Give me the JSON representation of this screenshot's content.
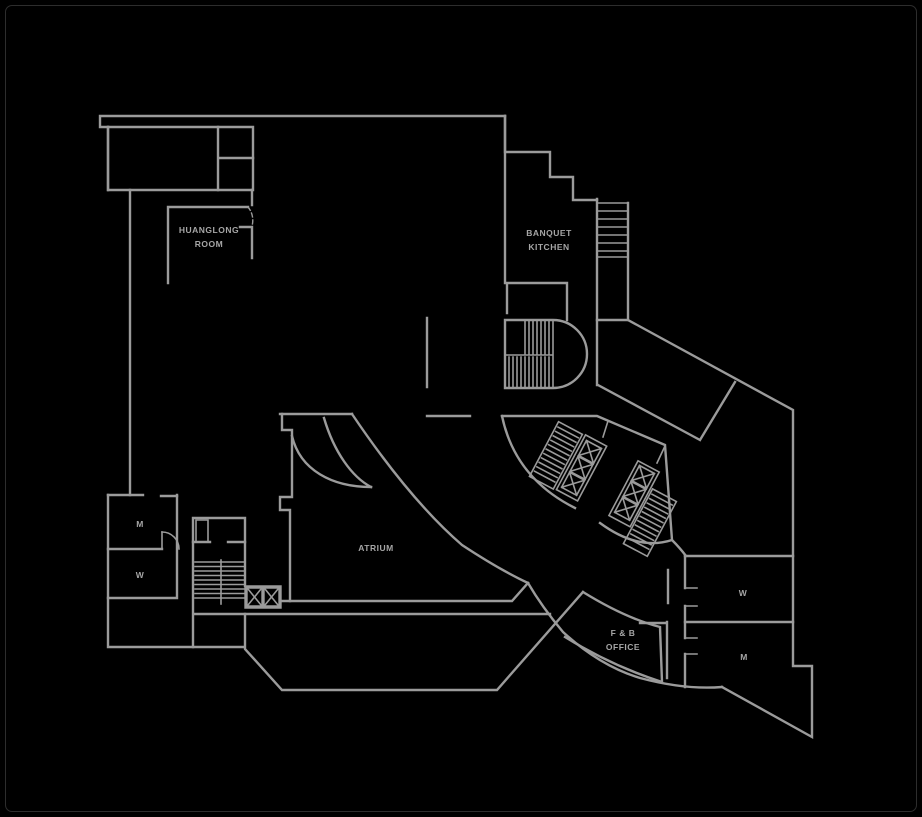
{
  "meta": {
    "description": "Architectural floor plan (hotel mezzanine level) drawn in light gray CAD lines on a black background"
  },
  "colors": {
    "bg": "#000000",
    "wall": "#9b9b9b",
    "text": "#a6a6a6",
    "border": "#2d2d2d"
  },
  "labels": {
    "huanglong": [
      "HUANGLONG",
      "ROOM"
    ],
    "banquet_kitchen": [
      "BANQUET",
      "KITCHEN"
    ],
    "atrium": [
      "ATRIUM"
    ],
    "fb_office": [
      "F & B",
      "OFFICE"
    ],
    "west_m": [
      "M"
    ],
    "west_w": [
      "W"
    ],
    "east_w": [
      "W"
    ],
    "east_m": [
      "M"
    ]
  },
  "features": {
    "grand_stair": "d-shaped-stair-icon",
    "west_stair": "switchback-stair-icon",
    "kitchen_stair": "service-stair-icon",
    "elevator_banks": "elevator-x-box-icons",
    "service_elevators": "elevator-x-box-icons",
    "escalator_hatch": "escalator-hatch-icon",
    "door_swings": "door-arc-icon",
    "atrium_ramp": "curved-ramp-icon"
  }
}
